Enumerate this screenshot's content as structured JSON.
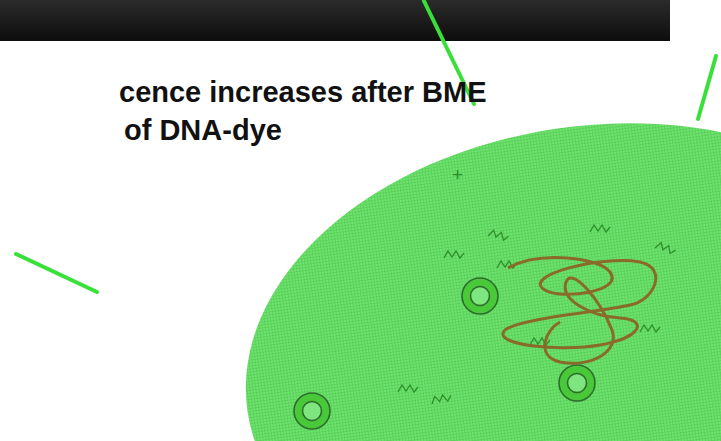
{
  "diagram": {
    "labels": [
      "cence increases after BME",
      "of DNA-dye",
      "+"
    ]
  }
}
